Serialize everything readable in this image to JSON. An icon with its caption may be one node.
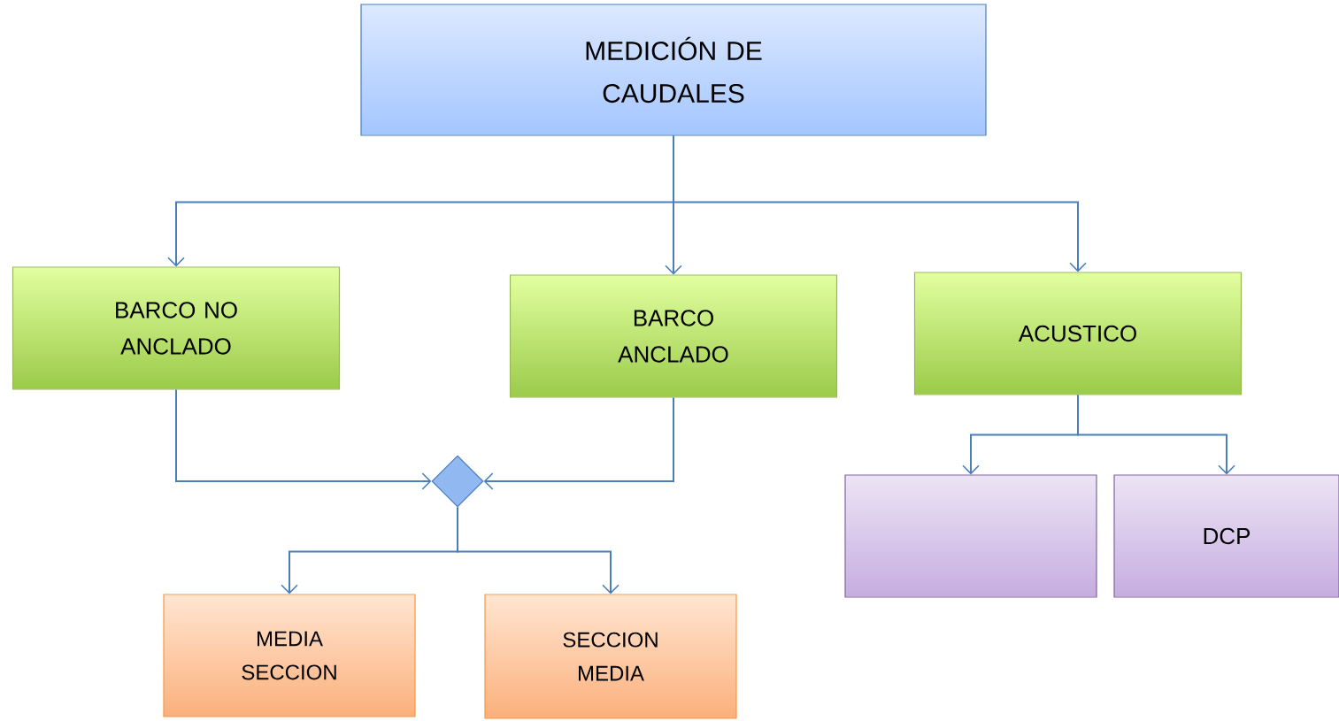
{
  "diagram": {
    "nodes": [
      {
        "text": [
          "MEDICIÓN DE CAUDALES"
        ]
      },
      {
        "text": [
          "BARCO NO ANCLADO"
        ]
      },
      {
        "text": [
          "BARCO ANCLADO"
        ]
      },
      {
        "text": [
          "ACUSTICO"
        ]
      },
      {
        "text": [],
        "shape": "diamond"
      },
      {
        "text": [
          "MEDIA SECCION"
        ]
      },
      {
        "text": [
          "SECCION MEDIA"
        ]
      },
      {
        "text": [],
        "shape": "box"
      },
      {
        "text": [
          "DCP"
        ]
      }
    ],
    "edges": [
      {
        "from": 0,
        "to": 1,
        "arrow": "to"
      },
      {
        "from": 0,
        "to": 2,
        "arrow": "to"
      },
      {
        "from": 0,
        "to": 3,
        "arrow": "to"
      },
      {
        "from": 1,
        "to": 4,
        "arrow": "to"
      },
      {
        "from": 2,
        "to": 4,
        "arrow": "to"
      },
      {
        "from": 4,
        "to": 5,
        "arrow": "to"
      },
      {
        "from": 4,
        "to": 6,
        "arrow": "to"
      },
      {
        "from": 3,
        "to": 7,
        "arrow": "to"
      },
      {
        "from": 3,
        "to": 8,
        "arrow": "to"
      }
    ]
  }
}
